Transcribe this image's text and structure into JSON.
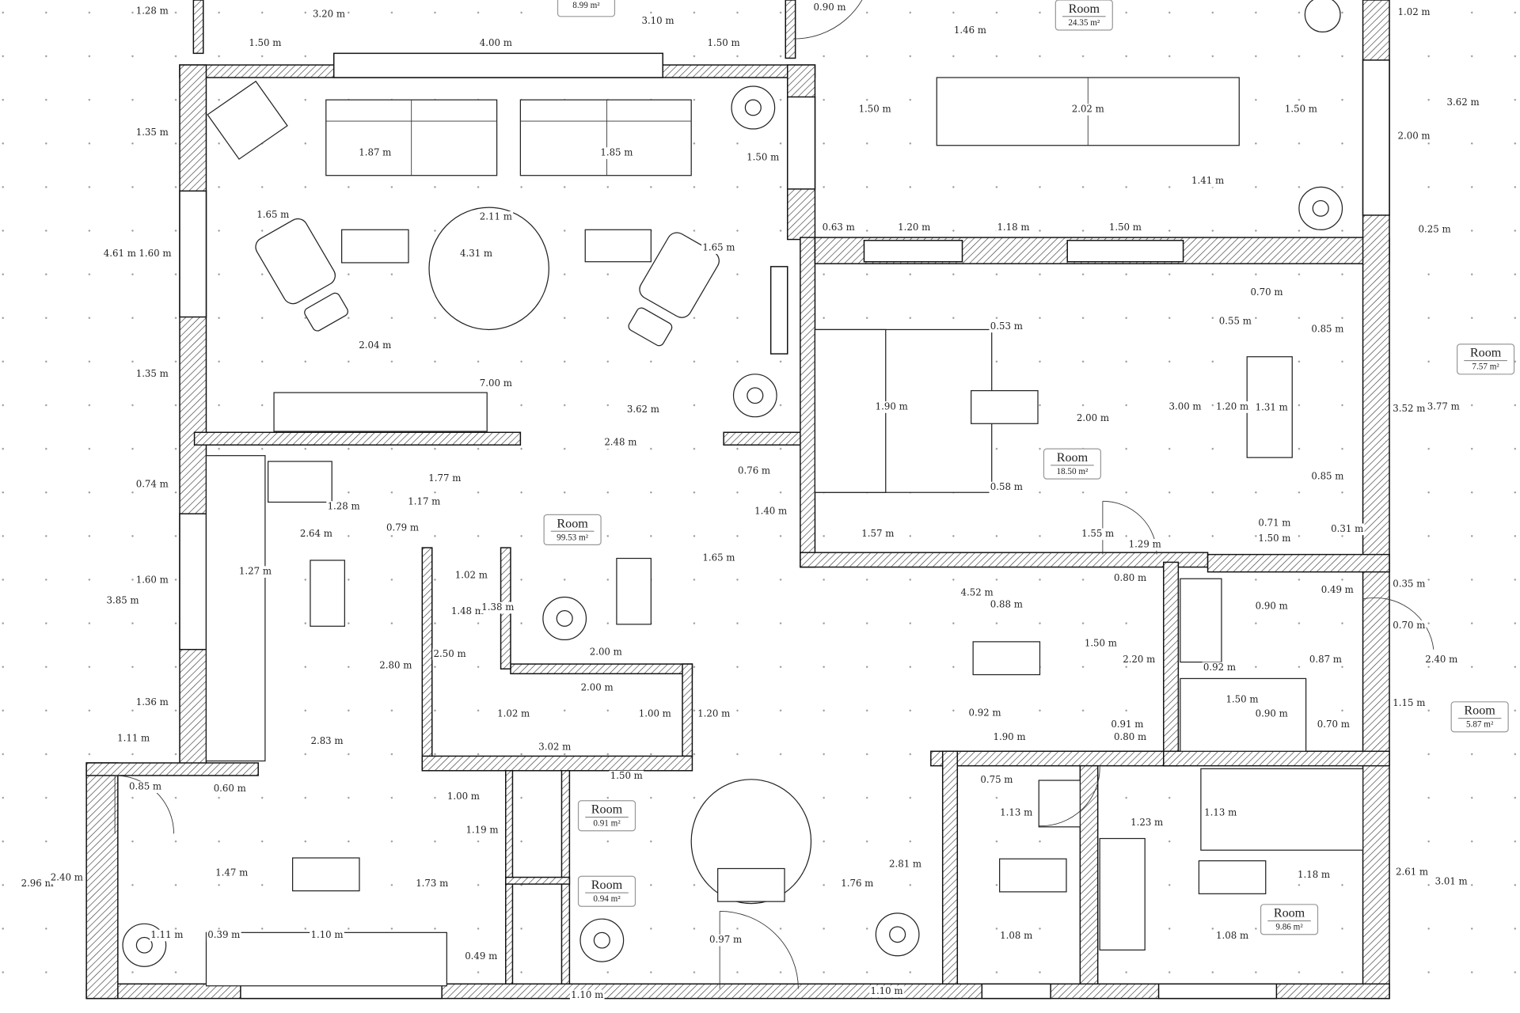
{
  "colors": {
    "background": "#ffffff",
    "ink": "#222222",
    "grid_dots": "#9a9a9a"
  },
  "rooms": [
    {
      "title": "",
      "area": "8.99 m²"
    },
    {
      "title": "Room",
      "area": "24.35 m²"
    },
    {
      "title": "Room",
      "area": "99.53 m²"
    },
    {
      "title": "Room",
      "area": "18.50 m²"
    },
    {
      "title": "Room",
      "area": "7.57 m²"
    },
    {
      "title": "Room",
      "area": "5.87 m²"
    },
    {
      "title": "Room",
      "area": "0.91 m²"
    },
    {
      "title": "Room",
      "area": "0.94 m²"
    },
    {
      "title": "Room",
      "area": "9.86 m²"
    }
  ],
  "dimensions": [
    "1.28 m",
    "3.20 m",
    "3.10 m",
    "0.90 m",
    "1.50 m",
    "4.00 m",
    "1.50 m",
    "1.35 m",
    "1.87 m",
    "1.85 m",
    "1.50 m",
    "1.65 m",
    "2.11 m",
    "4.61 m",
    "1.60 m",
    "4.31 m",
    "1.65 m",
    "2.04 m",
    "1.35 m",
    "7.00 m",
    "3.62 m",
    "2.48 m",
    "0.76 m",
    "0.74 m",
    "1.77 m",
    "1.28 m",
    "1.17 m",
    "1.40 m",
    "0.79 m",
    "2.64 m",
    "1.27 m",
    "1.65 m",
    "1.60 m",
    "3.85 m",
    "1.02 m",
    "1.48 m",
    "1.38 m",
    "2.50 m",
    "2.80 m",
    "2.00 m",
    "2.00 m",
    "1.36 m",
    "1.02 m",
    "1.00 m",
    "1.20 m",
    "1.11 m",
    "2.83 m",
    "3.02 m",
    "1.50 m",
    "0.85 m",
    "0.60 m",
    "1.00 m",
    "1.19 m",
    "2.96 m",
    "2.40 m",
    "1.47 m",
    "1.73 m",
    "1.11 m",
    "0.39 m",
    "1.10 m",
    "0.49 m",
    "0.97 m",
    "2.81 m",
    "1.76 m",
    "1.46 m",
    "1.50 m",
    "2.02 m",
    "1.50 m",
    "1.41 m",
    "1.02 m",
    "3.62 m",
    "2.00 m",
    "0.63 m",
    "1.20 m",
    "1.18 m",
    "1.50 m",
    "0.25 m",
    "0.70 m",
    "0.53 m",
    "0.55 m",
    "0.85 m",
    "1.90 m",
    "2.00 m",
    "3.00 m",
    "1.20 m",
    "1.31 m",
    "3.52 m",
    "3.77 m",
    "0.58 m",
    "0.85 m",
    "0.71 m",
    "1.57 m",
    "1.55 m",
    "1.29 m",
    "1.50 m",
    "0.31 m",
    "0.80 m",
    "4.52 m",
    "0.88 m",
    "0.35 m",
    "0.90 m",
    "0.49 m",
    "1.50 m",
    "2.20 m",
    "0.70 m",
    "0.92 m",
    "0.87 m",
    "2.40 m",
    "1.50 m",
    "0.90 m",
    "1.15 m",
    "0.70 m",
    "0.92 m",
    "0.91 m",
    "1.90 m",
    "0.80 m",
    "0.75 m",
    "1.13 m",
    "1.23 m",
    "1.13 m",
    "1.18 m",
    "2.61 m",
    "3.01 m",
    "1.08 m",
    "1.08 m",
    "1.10 m",
    "1.10 m"
  ]
}
